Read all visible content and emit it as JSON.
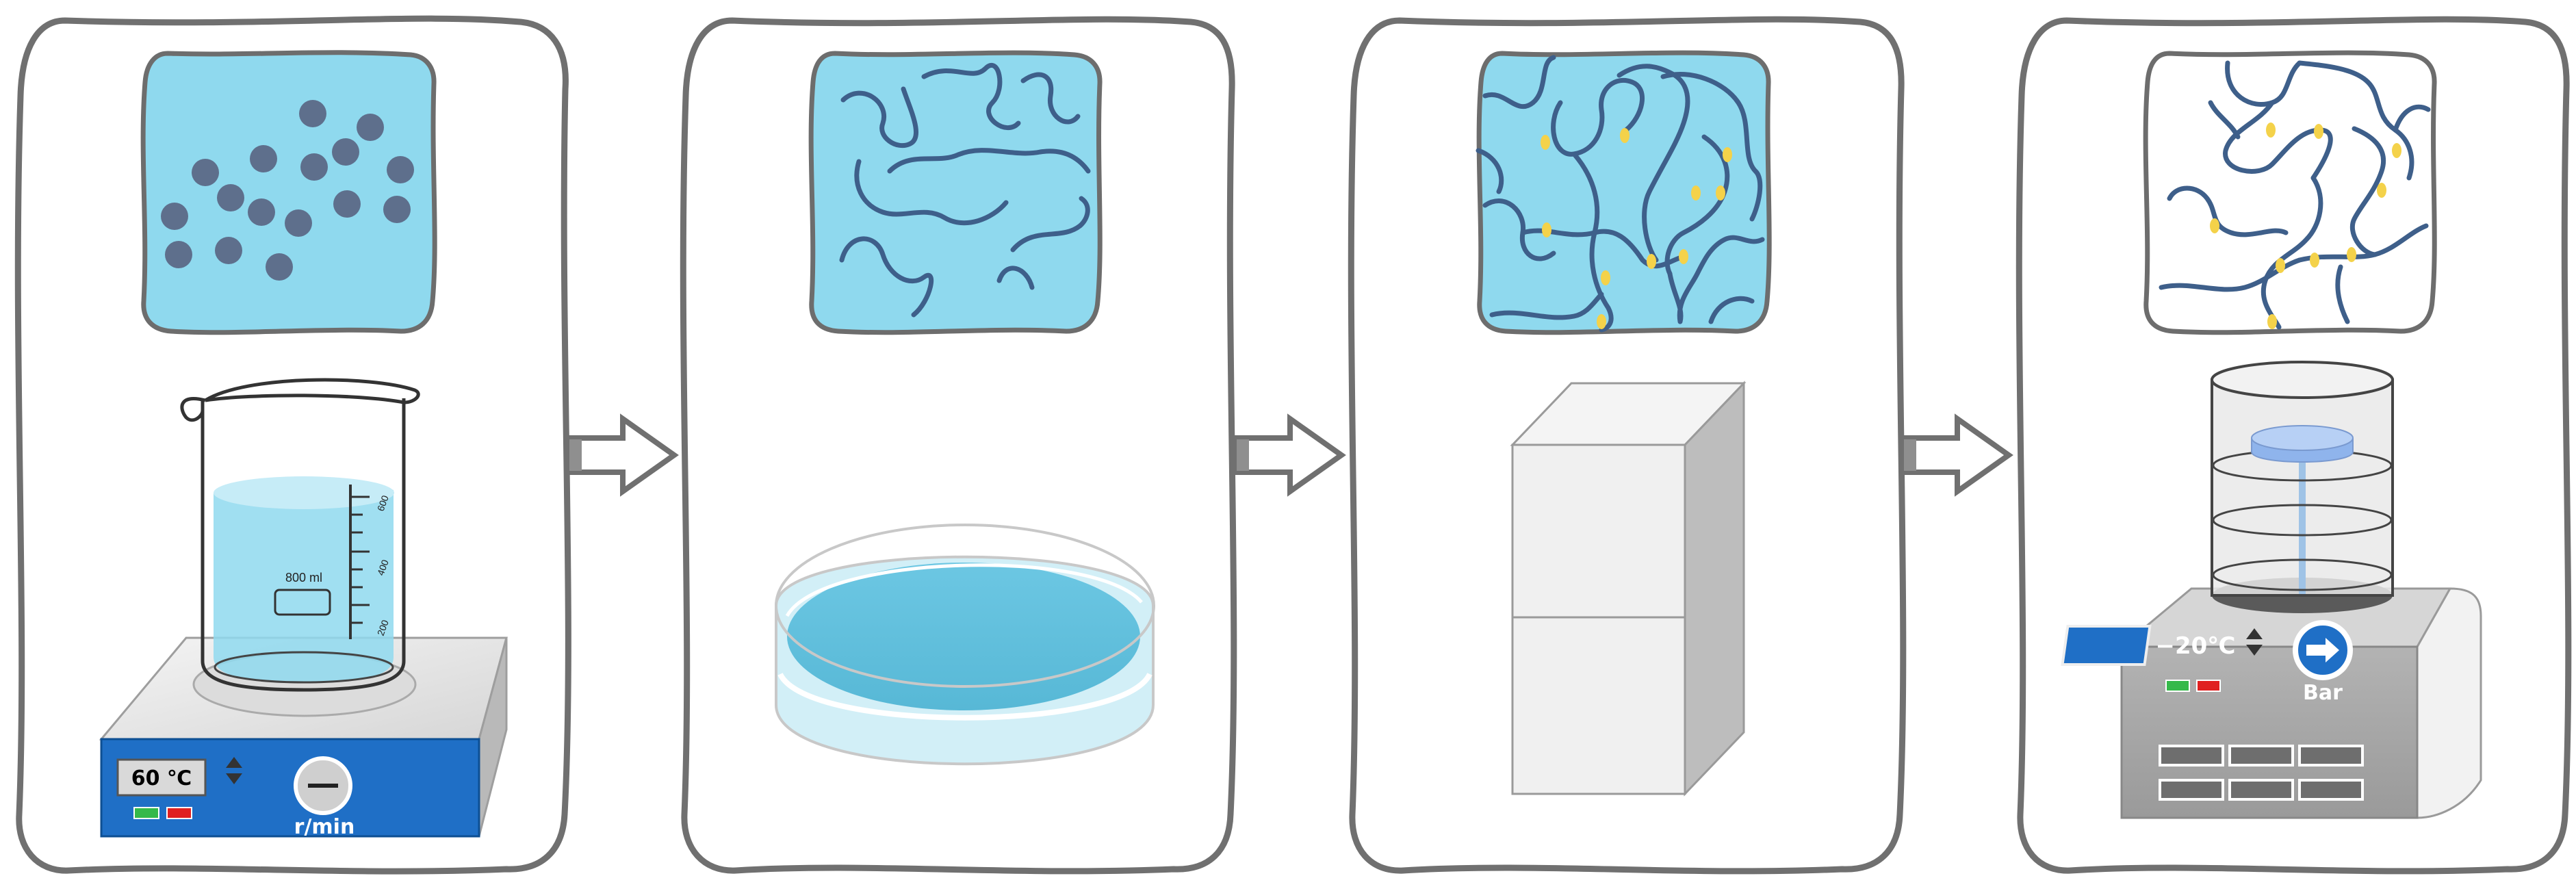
{
  "colors": {
    "panel_border": "#707070",
    "solution_blue": "#8fd9ee",
    "particle_gray": "#5e6f8c",
    "chain_blue": "#3e5f8a",
    "crosslink_yellow": "#f4d24a",
    "stirrer_blue": "#1f6fc6",
    "display_gray": "#d9d9d9",
    "freezer_white": "#f0f0f0",
    "freezer_side": "#bdbdbd",
    "dryer_gray": "#a3a3a3",
    "dryer_display_blue": "#1f6fc6",
    "indicator_green": "#35b94a",
    "indicator_red": "#e02020"
  },
  "panels": [
    {
      "step": 1,
      "illustration": "beaker-on-magnetic-stirrer",
      "beaker": {
        "volume_label": "800 ml",
        "scale_marks": [
          "600",
          "400",
          "200"
        ]
      },
      "stirrer": {
        "temperature": "60 ℃",
        "speed_unit": "r/min"
      },
      "micro_view": "dispersed-particles"
    },
    {
      "step": 2,
      "illustration": "petri-dish-with-solution",
      "micro_view": "loose-polymer-chains"
    },
    {
      "step": 3,
      "illustration": "freezer",
      "micro_view": "crosslinked-network-in-solution"
    },
    {
      "step": 4,
      "illustration": "freeze-dryer",
      "dryer": {
        "temperature": "−20℃",
        "pressure_unit": "Bar"
      },
      "micro_view": "dry-crosslinked-network"
    }
  ],
  "arrows": [
    {
      "from": 1,
      "to": 2,
      "icon": "right-arrow-icon"
    },
    {
      "from": 2,
      "to": 3,
      "icon": "right-arrow-icon"
    },
    {
      "from": 3,
      "to": 4,
      "icon": "right-arrow-icon"
    }
  ]
}
